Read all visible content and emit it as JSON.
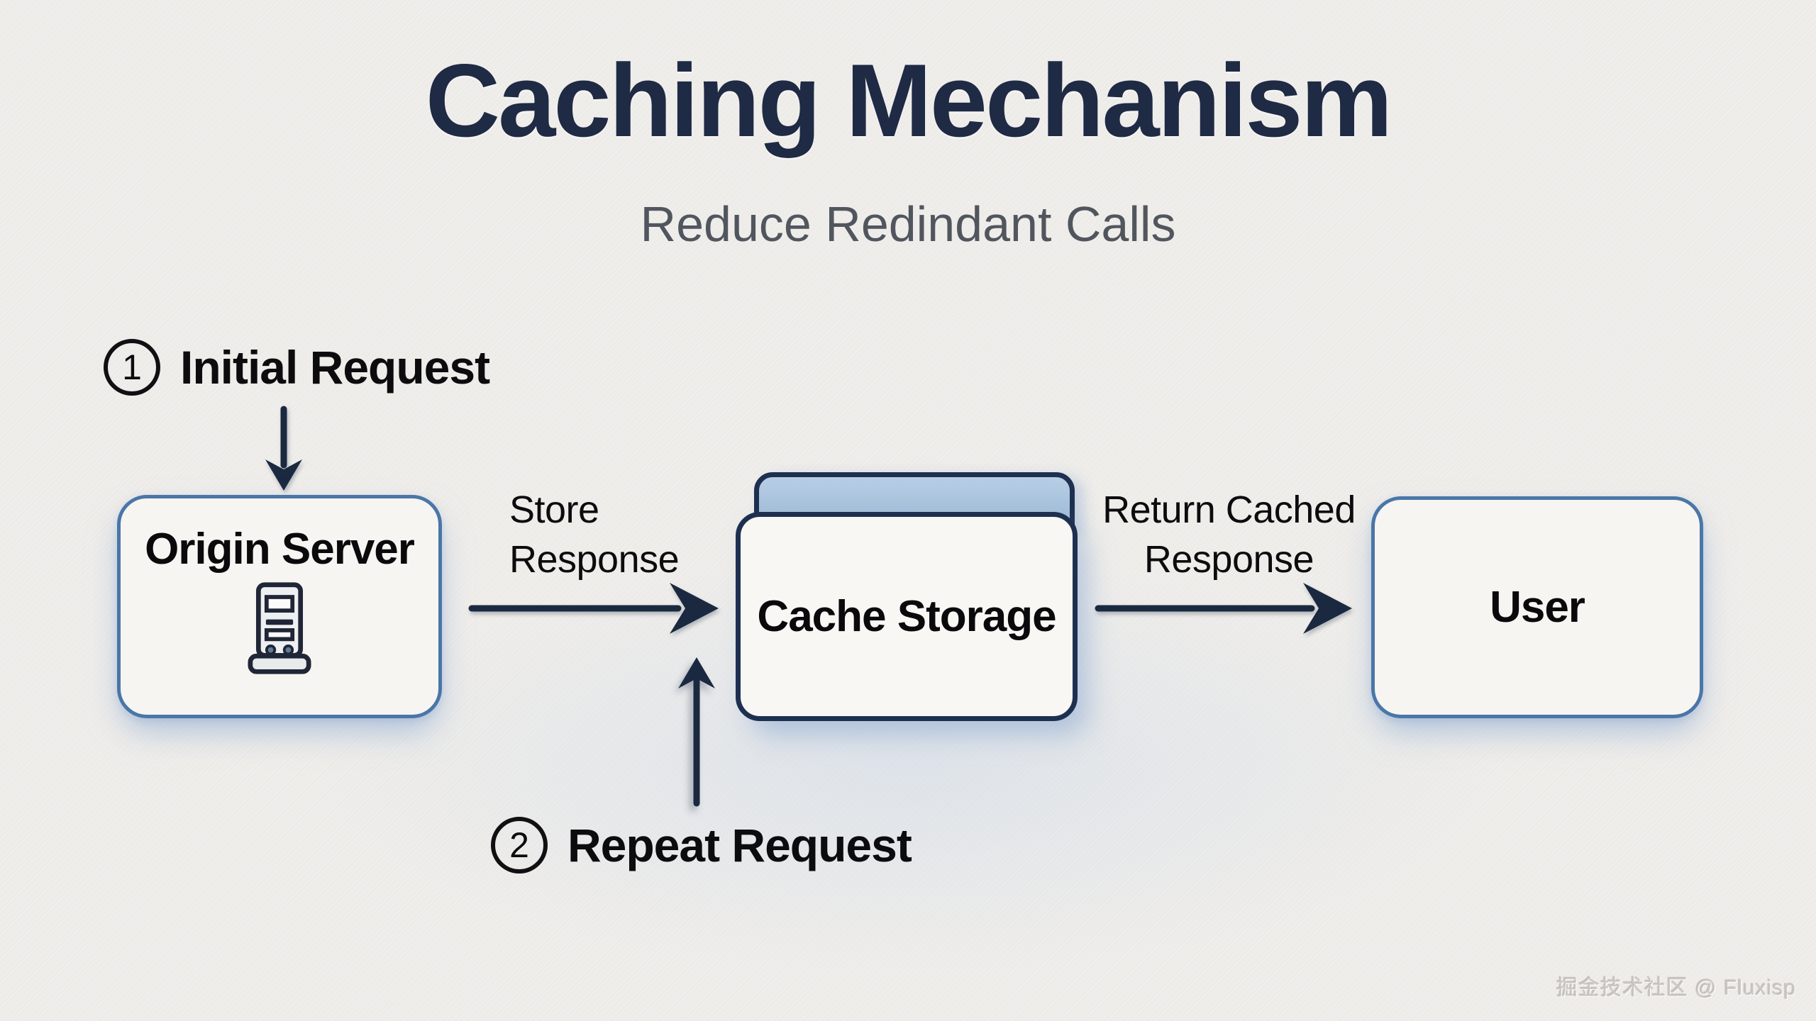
{
  "header": {
    "title": "Caching Mechanism",
    "subtitle": "Reduce Redindant Calls"
  },
  "steps": {
    "step1": {
      "number": "1",
      "text": "Initial Request"
    },
    "step2": {
      "number": "2",
      "text": "Repeat Request"
    }
  },
  "nodes": {
    "origin_server": {
      "label": "Origin Server",
      "icon": "server-tower-icon"
    },
    "cache_storage": {
      "label": "Cache Storage",
      "shape": "folder"
    },
    "user": {
      "label": "User"
    }
  },
  "edges": {
    "store_response": "Store Response",
    "return_cached": "Return Cached Response"
  },
  "watermark": "掘金技术社区 @ Fluxisp",
  "colors": {
    "background": "#f1efec",
    "title": "#1f2a44",
    "subtitle": "#51565e",
    "text": "#0c0c0e",
    "node_border": "#4a76a8",
    "folder_border": "#1e3050",
    "folder_tab_fill": "#a9c3de",
    "arrow": "#1a2940",
    "shadow_glow": "#7da0cd",
    "watermark": "#cac6c1"
  }
}
